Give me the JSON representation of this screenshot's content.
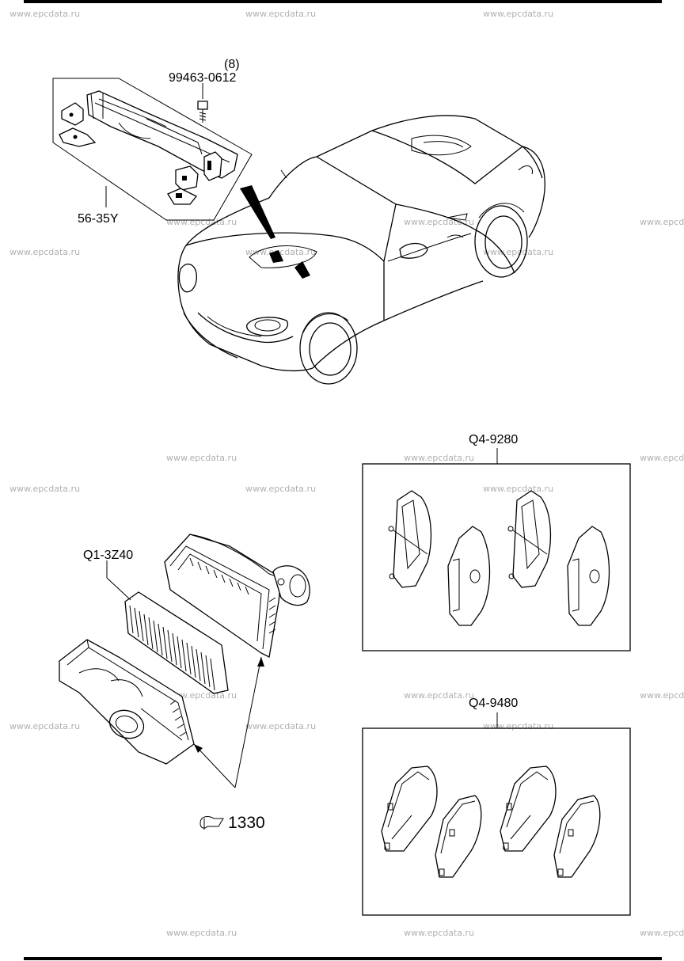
{
  "watermark": "www.epcdata.ru",
  "parts": {
    "bolt_qty": "(8)",
    "bolt_number": "99463-0612",
    "strut_bar": "56-35Y",
    "air_filter": "Q1-3Z40",
    "ref_page": "1330",
    "front_pads": "Q4-9280",
    "rear_pads": "Q4-9480"
  }
}
